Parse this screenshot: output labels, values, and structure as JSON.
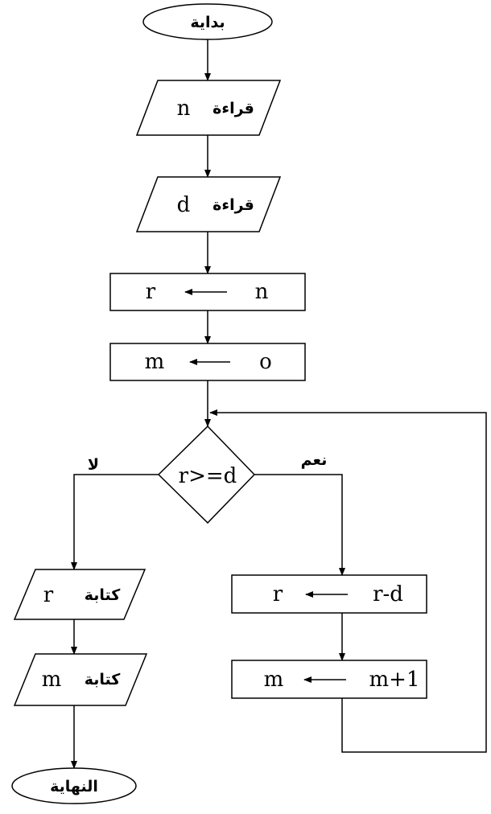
{
  "start": "بداية",
  "read_n": {
    "verb": "قراءة",
    "var": "n"
  },
  "read_d": {
    "verb": "قراءة",
    "var": "d"
  },
  "assign_r": {
    "target": "r",
    "source": "n"
  },
  "assign_m": {
    "target": "m",
    "source": "o"
  },
  "decision": {
    "condition": "r>=d",
    "no_label": "لا",
    "yes_label": "نعم"
  },
  "assign_r_loop": {
    "target": "r",
    "source": "r-d"
  },
  "assign_m_loop": {
    "target": "m",
    "source": "m+1"
  },
  "write_r": {
    "verb": "كتابة",
    "var": "r"
  },
  "write_m": {
    "verb": "كتابة",
    "var": "m"
  },
  "end": "النهاية"
}
